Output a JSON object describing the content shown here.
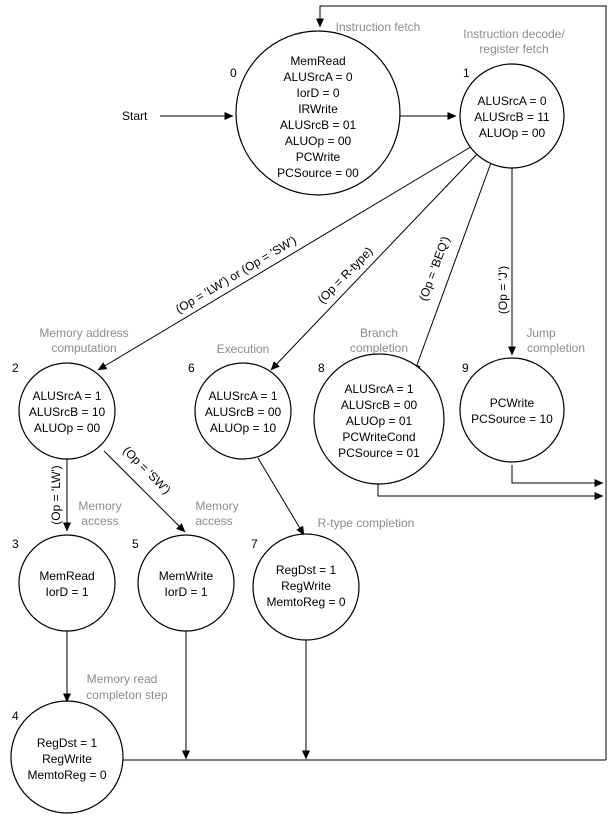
{
  "start_label": "Start",
  "states": [
    {
      "id": "0",
      "number": "0",
      "phase": [
        "Instruction fetch"
      ],
      "signals": [
        "MemRead",
        "ALUSrcA = 0",
        "IorD = 0",
        "IRWrite",
        "ALUSrcB = 01",
        "ALUOp = 00",
        "PCWrite",
        "PCSource = 00"
      ]
    },
    {
      "id": "1",
      "number": "1",
      "phase": [
        "Instruction decode/",
        "register fetch"
      ],
      "signals": [
        "ALUSrcA = 0",
        "ALUSrcB = 11",
        "ALUOp = 00"
      ]
    },
    {
      "id": "2",
      "number": "2",
      "phase": [
        "Memory address",
        "computation"
      ],
      "signals": [
        "ALUSrcA = 1",
        "ALUSrcB = 10",
        "ALUOp = 00"
      ]
    },
    {
      "id": "3",
      "number": "3",
      "phase": [
        "Memory",
        "access"
      ],
      "signals": [
        "MemRead",
        "IorD = 1"
      ]
    },
    {
      "id": "4",
      "number": "4",
      "phase": [
        "Memory read",
        "completon step"
      ],
      "signals": [
        "RegDst = 1",
        "RegWrite",
        "MemtoReg = 0"
      ]
    },
    {
      "id": "5",
      "number": "5",
      "phase": [
        "Memory",
        "access"
      ],
      "signals": [
        "MemWrite",
        "IorD = 1"
      ]
    },
    {
      "id": "6",
      "number": "6",
      "phase": [
        "Execution"
      ],
      "signals": [
        "ALUSrcA = 1",
        "ALUSrcB = 00",
        "ALUOp = 10"
      ]
    },
    {
      "id": "7",
      "number": "7",
      "phase": [
        "R-type completion"
      ],
      "signals": [
        "RegDst = 1",
        "RegWrite",
        "MemtoReg = 0"
      ]
    },
    {
      "id": "8",
      "number": "8",
      "phase": [
        "Branch",
        "completion"
      ],
      "signals": [
        "ALUSrcA = 1",
        "ALUSrcB = 00",
        "ALUOp = 01",
        "PCWriteCond",
        "PCSource = 01"
      ]
    },
    {
      "id": "9",
      "number": "9",
      "phase": [
        "Jump",
        "completion"
      ],
      "signals": [
        "PCWrite",
        "PCSource = 10"
      ]
    }
  ],
  "transitions": [
    {
      "id": "t1-2",
      "label": "(Op = 'LW') or (Op = 'SW')"
    },
    {
      "id": "t1-6",
      "label": "(Op = R-type)"
    },
    {
      "id": "t1-8",
      "label": "(Op = 'BEQ')"
    },
    {
      "id": "t1-9",
      "label": "(Op = 'J')"
    },
    {
      "id": "t2-3",
      "label": "(Op = 'LW')"
    },
    {
      "id": "t2-5",
      "label": "(Op = 'SW')"
    }
  ]
}
